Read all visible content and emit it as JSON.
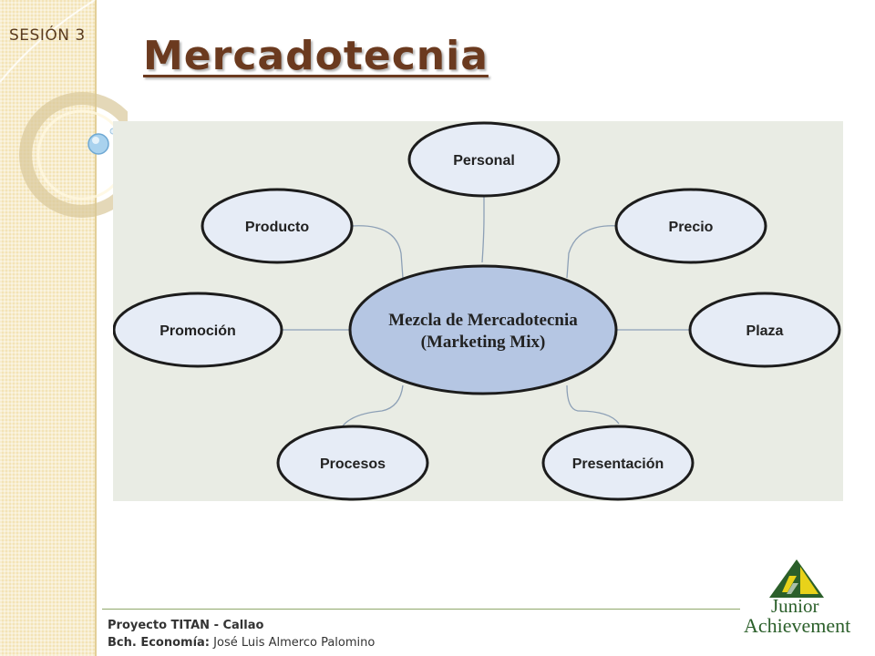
{
  "session_label": "SESIÓN 3",
  "title": "Mercadotecnia",
  "diagram": {
    "center": {
      "line1": "Mezcla de Mercadotecnia",
      "line2": "(Marketing Mix)"
    },
    "nodes": [
      "Personal",
      "Precio",
      "Plaza",
      "Presentación",
      "Procesos",
      "Promoción",
      "Producto"
    ]
  },
  "footer": {
    "line1": "Proyecto TITAN - Callao",
    "line2_label": "Bch. Economía:",
    "line2_value": "José Luis Almerco Palomino"
  },
  "logo": {
    "word1": "Junior",
    "word2": "Achievement"
  },
  "colors": {
    "center_fill": "#b5c6e3",
    "node_fill": "#e6ecf6",
    "connector": "#8da0b6",
    "title": "#6b3a1f",
    "logo_green": "#2b5f2a",
    "logo_yellow": "#e8d21a"
  }
}
